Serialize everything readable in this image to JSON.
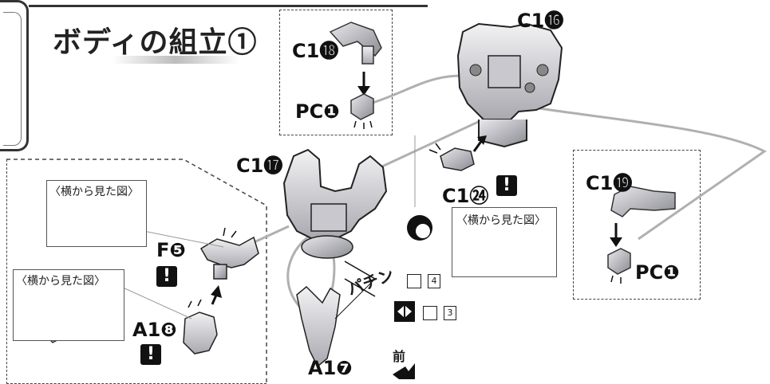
{
  "title": "ボディの組立①",
  "side_view_label": "〈横から見た図〉",
  "labels": {
    "c1_16": "C1⓰",
    "c1_17": "C1⓱",
    "c1_18": "C1⓲",
    "c1_19": "C1⓳",
    "c1_24": "C1㉔",
    "pc1_top": "PC❶",
    "pc1_right": "PC❶",
    "f5": "F❺",
    "a1_7": "A1❼",
    "a1_8": "A1❽"
  },
  "pachin": "パチン",
  "front": "前",
  "warning_glyph": "!",
  "numbers": {
    "n4": "4",
    "n3": "3"
  }
}
